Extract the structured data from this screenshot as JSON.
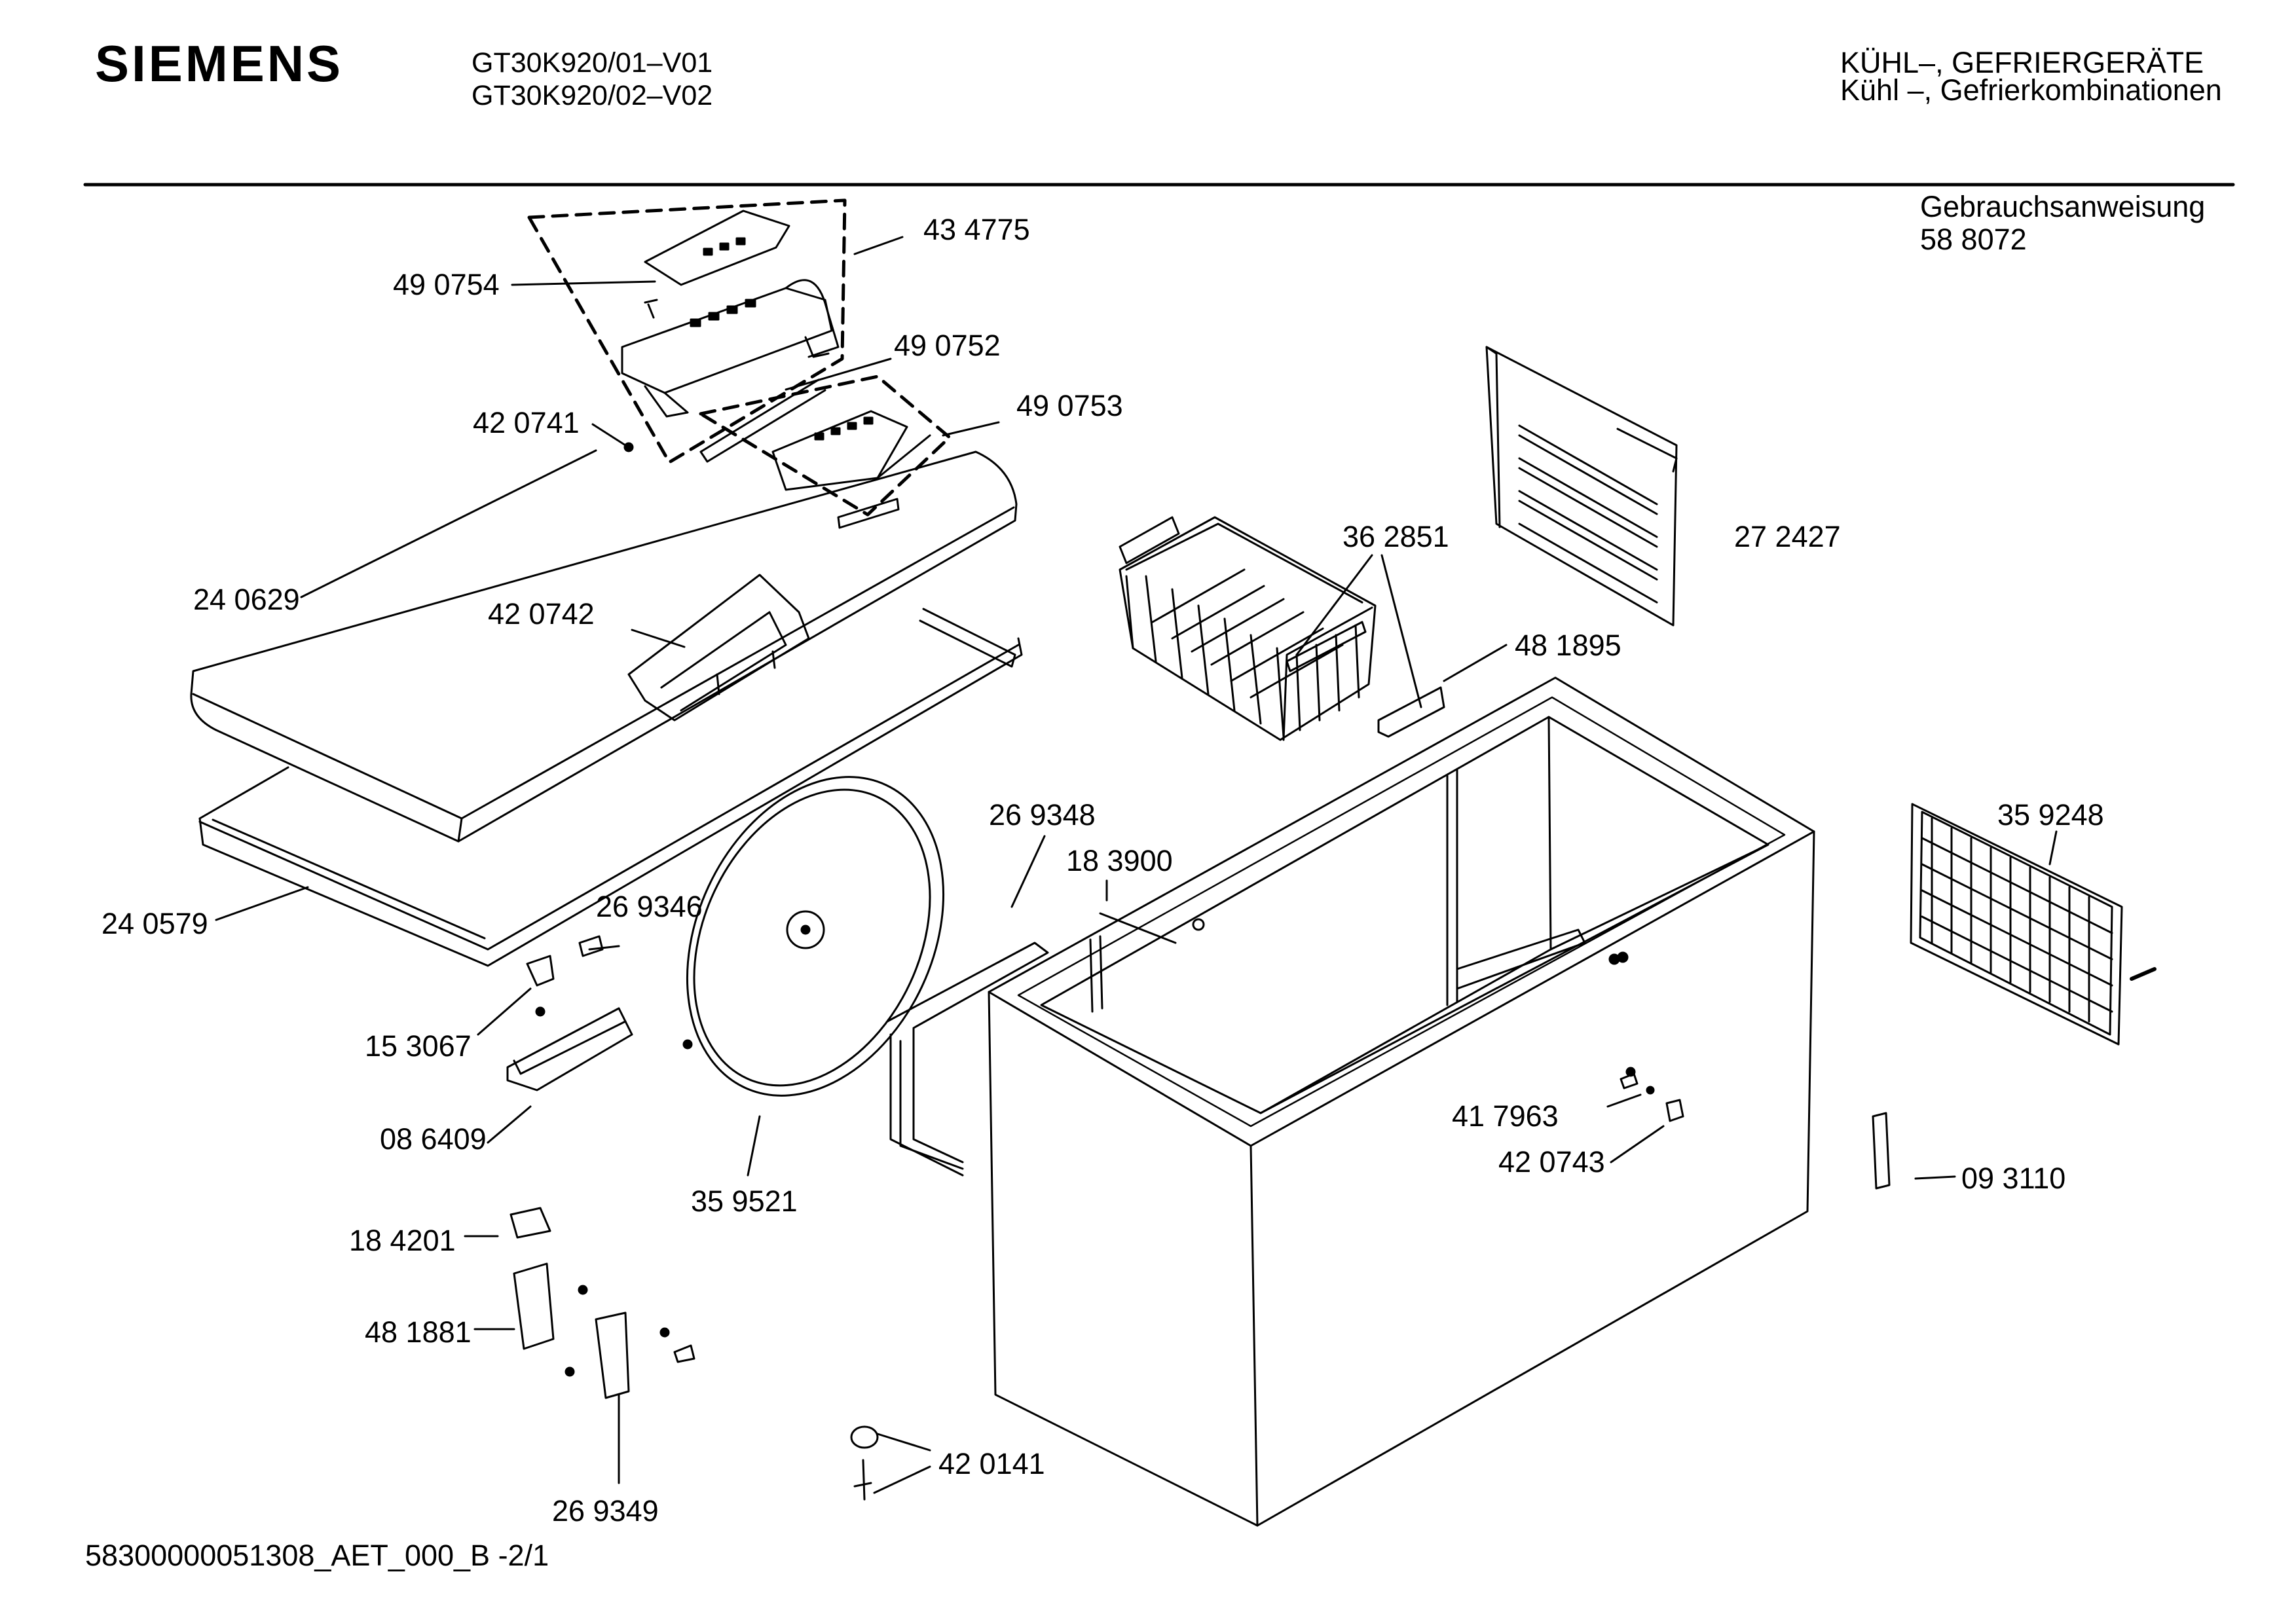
{
  "header": {
    "brand": "SIEMENS",
    "model_lines": [
      "GT30K920/01–V01",
      "GT30K920/02–V02"
    ],
    "category_lines": [
      "KÜHL–, GEFRIERGERÄTE",
      "Kühl –, Gefrierkombinationen"
    ]
  },
  "manual": {
    "title": "Gebrauchsanweisung",
    "number": "58 8072"
  },
  "footer": {
    "document_code": "58300000051308_AET_000_B  -2/1"
  },
  "parts": [
    {
      "id": "434775",
      "label": "43 4775"
    },
    {
      "id": "490754",
      "label": "49 0754"
    },
    {
      "id": "490752",
      "label": "49 0752"
    },
    {
      "id": "420741",
      "label": "42 0741"
    },
    {
      "id": "490753",
      "label": "49 0753"
    },
    {
      "id": "362851",
      "label": "36 2851"
    },
    {
      "id": "272427",
      "label": "27 2427"
    },
    {
      "id": "240629",
      "label": "24 0629"
    },
    {
      "id": "420742",
      "label": "42 0742"
    },
    {
      "id": "481895",
      "label": "48 1895"
    },
    {
      "id": "269348",
      "label": "26 9348"
    },
    {
      "id": "359248",
      "label": "35 9248"
    },
    {
      "id": "183900",
      "label": "18 3900"
    },
    {
      "id": "269346",
      "label": "26 9346"
    },
    {
      "id": "240579",
      "label": "24 0579"
    },
    {
      "id": "153067",
      "label": "15 3067"
    },
    {
      "id": "417963",
      "label": "41 7963"
    },
    {
      "id": "086409",
      "label": "08 6409"
    },
    {
      "id": "420743",
      "label": "42 0743"
    },
    {
      "id": "093110",
      "label": "09 3110"
    },
    {
      "id": "359521",
      "label": "35 9521"
    },
    {
      "id": "184201",
      "label": "18 4201"
    },
    {
      "id": "481881",
      "label": "48 1881"
    },
    {
      "id": "420141",
      "label": "42 0141"
    },
    {
      "id": "269349",
      "label": "26 9349"
    }
  ]
}
